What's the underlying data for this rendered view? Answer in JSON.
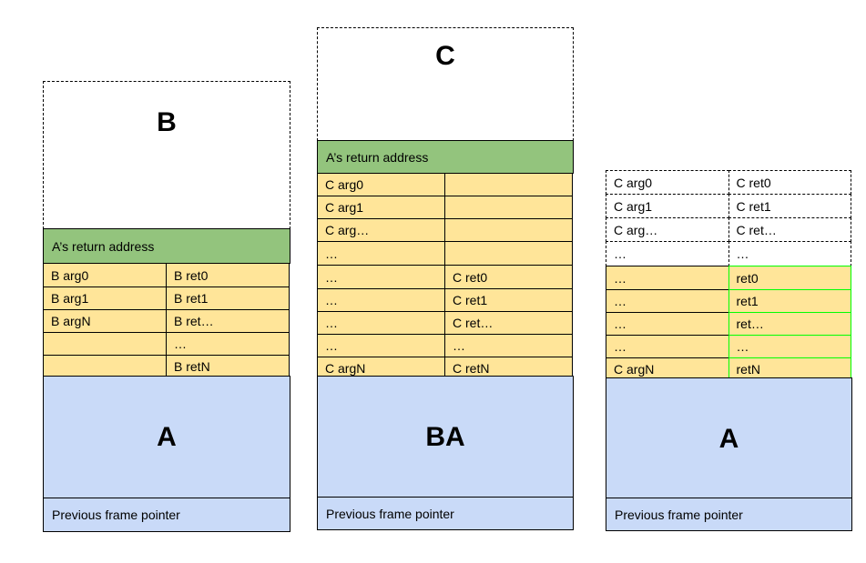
{
  "column1": {
    "top_label": "B",
    "return_address": "A’s return address",
    "rows": [
      {
        "left": "B arg0",
        "right": "B ret0"
      },
      {
        "left": "B arg1",
        "right": "B ret1"
      },
      {
        "left": "B argN",
        "right": "B ret…"
      },
      {
        "left": "",
        "right": "…"
      },
      {
        "left": "",
        "right": "B retN"
      }
    ],
    "bottom_label": "A",
    "previous_frame_pointer": "Previous frame pointer"
  },
  "column2": {
    "top_label": "C",
    "return_address": "A’s return address",
    "rows": [
      {
        "left": "C arg0",
        "right": ""
      },
      {
        "left": "C arg1",
        "right": ""
      },
      {
        "left": "C arg…",
        "right": ""
      },
      {
        "left": "…",
        "right": ""
      },
      {
        "left": "…",
        "right": "C ret0"
      },
      {
        "left": "…",
        "right": "C ret1"
      },
      {
        "left": "…",
        "right": "C ret…"
      },
      {
        "left": "…",
        "right": "…"
      },
      {
        "left": "C argN",
        "right": "C retN"
      }
    ],
    "bottom_label": "BA",
    "previous_frame_pointer": "Previous frame pointer"
  },
  "column3": {
    "dashed_rows": [
      {
        "left": "C arg0",
        "right": "C ret0"
      },
      {
        "left": "C arg1",
        "right": "C ret1"
      },
      {
        "left": "C arg…",
        "right": "C ret…"
      },
      {
        "left": "…",
        "right": "…"
      }
    ],
    "rows": [
      {
        "left": "…",
        "right": "ret0"
      },
      {
        "left": "…",
        "right": "ret1"
      },
      {
        "left": "…",
        "right": "ret…"
      },
      {
        "left": "…",
        "right": "…"
      },
      {
        "left": "C argN",
        "right": "retN"
      }
    ],
    "bottom_label": "A",
    "previous_frame_pointer": "Previous frame pointer"
  },
  "colors": {
    "green_return": "#93c47d",
    "yellow_args": "#ffe599",
    "blue_frame": "#c9daf8",
    "bright_green_border": "#00ff00"
  }
}
